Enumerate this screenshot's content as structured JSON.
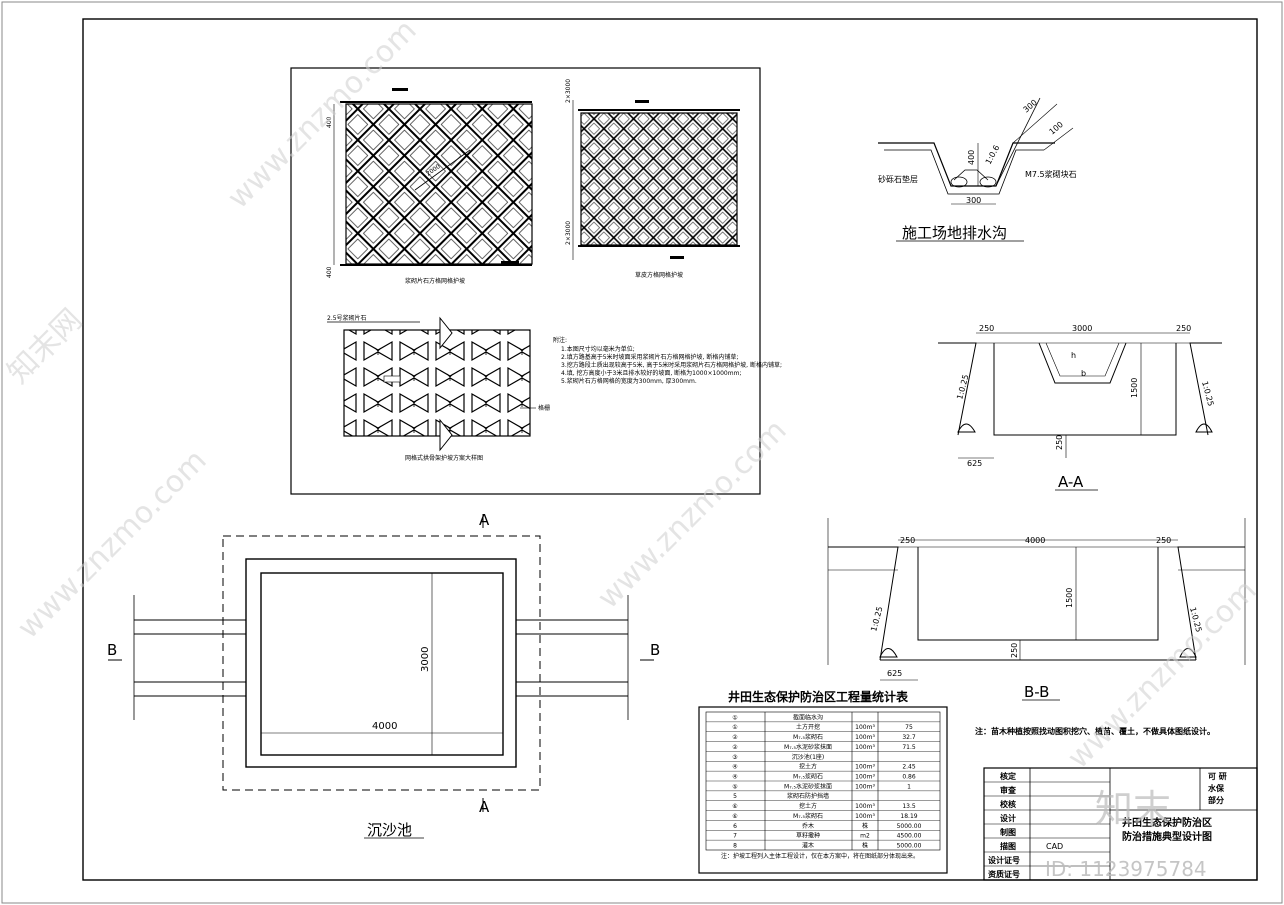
{
  "drawing": {
    "titles": {
      "drain": "施工场地排水沟",
      "aa": "A-A",
      "bb": "B-B",
      "pool": "沉沙池",
      "table": "井田生态保护防治区工程量统计表"
    },
    "slope_captions": [
      "浆砌片石方格网格护坡",
      "草皮方格网格护坡",
      "网格式拱骨架护坡方案大样图"
    ],
    "slope_labels": [
      "2.5号浆砌片石",
      "格栅"
    ],
    "notes": {
      "title": "附注:",
      "lines": [
        "1.本图尺寸均以毫米为单位;",
        "2.填方路基高于5米时坡面采用浆砌片石方格网格护坡, 断格内铺草;",
        "3.挖方路段土质出现较高于5米, 高于5米时采用浆砌片石方格网格护坡, 断格内铺草;",
        "4.填, 挖方高度小于3米且排水较好的坡面, 断格为1000×1000mm;",
        "5.浆砌片石方格网格的宽度为300mm, 厚300mm."
      ]
    },
    "drain_labels": {
      "left": "砂砾石垫层",
      "right": "M7.5浆砌块石",
      "dims": [
        "300",
        "100",
        "1:0.6",
        "400",
        "300"
      ]
    },
    "aa_dims": [
      "250",
      "3000",
      "250",
      "h",
      "b",
      "1500",
      "250",
      "625",
      "1:0.25",
      "1:0.25"
    ],
    "bb_dims": [
      "250",
      "4000",
      "250",
      "1500",
      "250",
      "625",
      "1:0.25",
      "1:0.25"
    ],
    "pool_dims": [
      "3000",
      "4000"
    ],
    "section_marks": [
      "A",
      "A",
      "B",
      "B"
    ],
    "side_note": "注：苗木种植按照找动图积挖穴、植苗、覆土，不做具体图纸设计。",
    "quantity_table": {
      "rows": [
        [
          "①",
          "截面临水沟",
          "",
          ""
        ],
        [
          "①",
          "土方开挖",
          "100m³",
          "75"
        ],
        [
          "②",
          "M₇.₅浆砌石",
          "100m³",
          "32.7"
        ],
        [
          "②",
          "M₇.₅水泥砂浆抹面",
          "100m³",
          "71.5"
        ],
        [
          "③",
          "沉沙池(1座)",
          "",
          ""
        ],
        [
          "④",
          "挖土方",
          "100m³",
          "2.45"
        ],
        [
          "④",
          "M₇.₅浆砌石",
          "100m³",
          "0.86"
        ],
        [
          "⑤",
          "M₇.₅水泥砂浆抹面",
          "100m³",
          "1"
        ],
        [
          "5",
          "浆砌石防护挡墙",
          "",
          ""
        ],
        [
          "⑥",
          "挖土方",
          "100m³",
          "13.5"
        ],
        [
          "⑥",
          "M₇.₅浆砌石",
          "100m³",
          "18.19"
        ],
        [
          "6",
          "乔木",
          "株",
          "5000.00"
        ],
        [
          "7",
          "草籽撒种",
          "m2",
          "4500.00"
        ],
        [
          "8",
          "灌木",
          "株",
          "5000.00"
        ]
      ],
      "note": "注：护坡工程列入主体工程设计，仅在本方案中，将在图纸部分体现出来。"
    },
    "title_block": {
      "left_labels": [
        "核定",
        "审查",
        "校核",
        "设计",
        "制图",
        "描图",
        "设计证号",
        "资质证号"
      ],
      "cad": "CAD",
      "project": [
        "井田生态保护防治区",
        "防治措施典型设计图"
      ],
      "right_top": [
        "可  研",
        "水保",
        "部分"
      ]
    },
    "watermark": {
      "site": "www.znzmo.com",
      "brand": "知末网",
      "logo": "知末",
      "id": "ID: 1123975784"
    }
  }
}
